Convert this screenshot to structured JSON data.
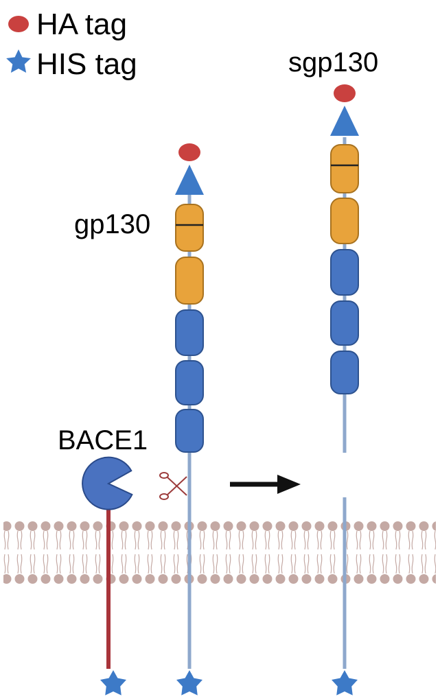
{
  "legend": {
    "items": [
      {
        "marker": "ha-dot-icon",
        "label": "HA tag",
        "color": "#c9413f"
      },
      {
        "marker": "his-star-icon",
        "label": "HIS tag",
        "color": "#3d7ac7"
      }
    ]
  },
  "labels": {
    "gp130": "gp130",
    "sgp130": "sgp130",
    "bace1": "BACE1"
  },
  "colors": {
    "ha": "#c9413f",
    "his": "#3d7ac7",
    "stalk": "#8ea8cc",
    "fn_domain": "#e8a33b",
    "ig_domain": "#4775c2",
    "bace1": "#4a72c0",
    "bace1_stalk": "#a8343a",
    "lipid": "#c4a9a4",
    "arrow": "#111111",
    "scissors": "#9c3b3b"
  }
}
